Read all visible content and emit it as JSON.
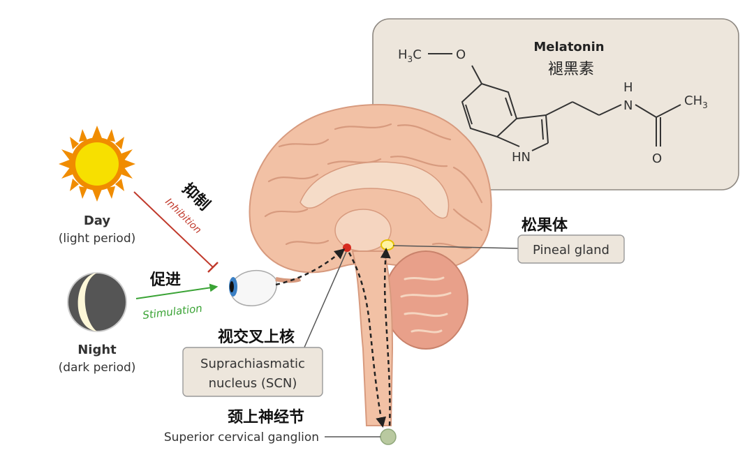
{
  "melatonin": {
    "title": "Melatonin",
    "title_zh": "褪黑素",
    "atoms": {
      "methoxy": "H3C—O",
      "methyl_c": "CH3",
      "amide_n": "N",
      "amide_h": "H",
      "carbonyl_o": "O",
      "indole_hn": "HN"
    }
  },
  "day": {
    "label": "Day",
    "sublabel": "(light period)"
  },
  "night": {
    "label": "Night",
    "sublabel": "(dark period)"
  },
  "inhibition": {
    "label_zh": "抑制",
    "label_en": "Inhibition",
    "color": "#c0392b"
  },
  "stimulation": {
    "label_zh": "促进",
    "label_en": "Stimulation",
    "color": "#3aa335"
  },
  "pineal": {
    "label_zh": "松果体",
    "label_en": "Pineal gland"
  },
  "scn": {
    "label_zh": "视交叉上核",
    "label_en_line1": "Suprachiasmatic",
    "label_en_line2": "nucleus (SCN)"
  },
  "ganglion": {
    "label_zh": "颈上神经节",
    "label_en": "Superior cervical ganglion"
  },
  "colors": {
    "brain": "#f2c1a5",
    "brain_dark": "#d79a7e",
    "panel": "#ede6dc",
    "label_box": "#ede6dc",
    "sun": "#f7c600",
    "sun_ray": "#f08c00"
  }
}
